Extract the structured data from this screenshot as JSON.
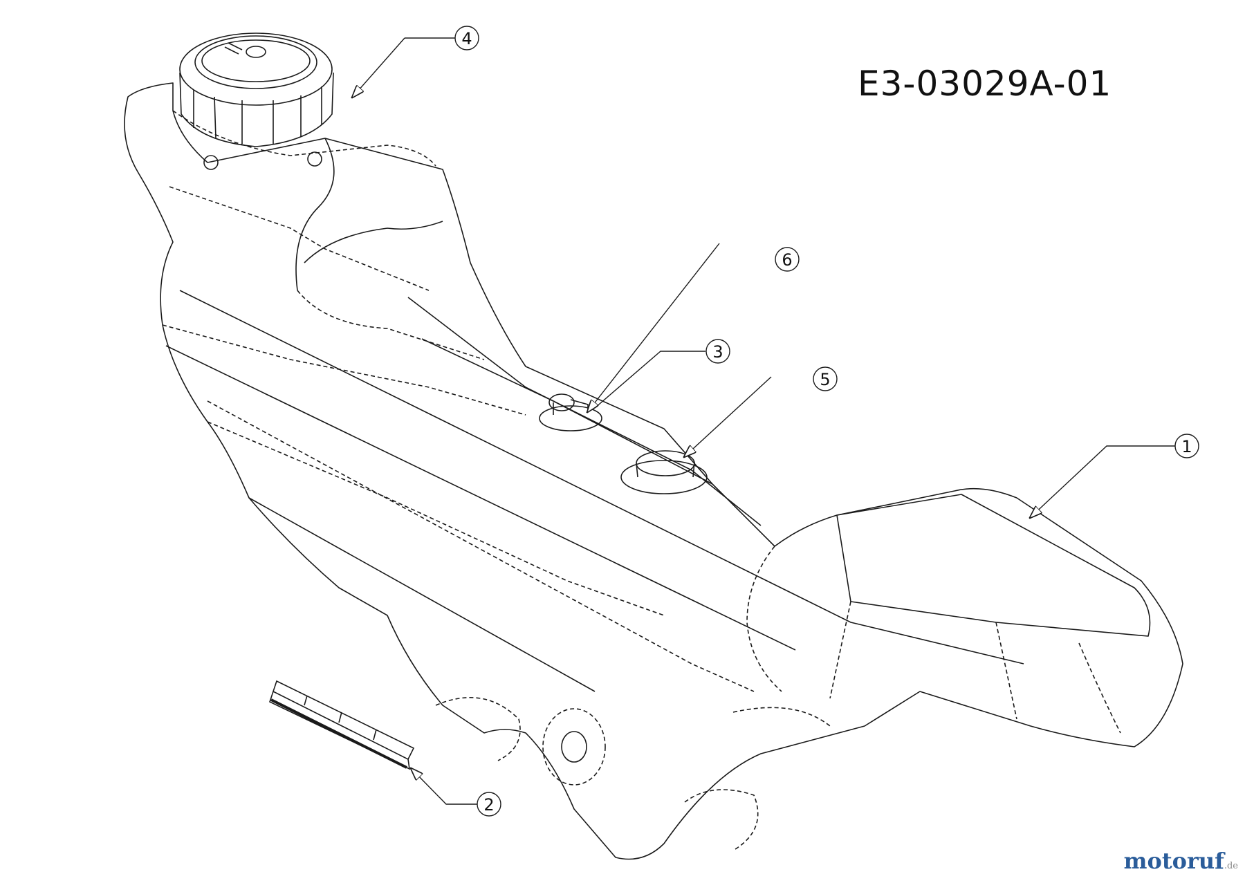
{
  "diagram": {
    "code": "E3-03029A-01",
    "callouts": [
      "1",
      "2",
      "3",
      "4",
      "5",
      "6"
    ]
  },
  "watermark": {
    "brand": "motoruf",
    "tld": ".de"
  },
  "colors": {
    "line": "#1a1a1a",
    "background": "#ffffff",
    "watermark_brand": "#2a5c9a"
  }
}
